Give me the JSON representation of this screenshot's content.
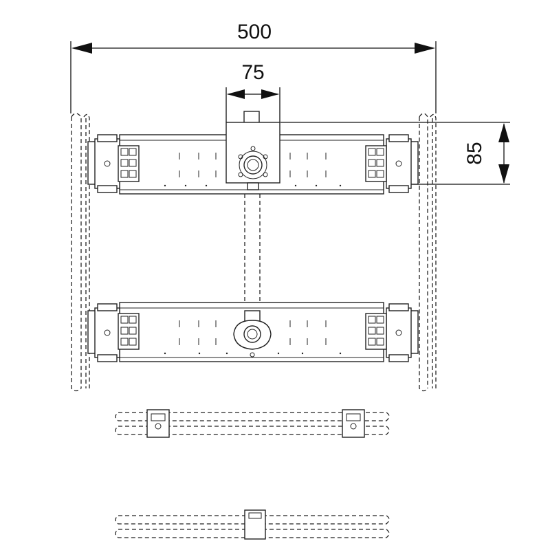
{
  "dimensions": {
    "overall_width": "500",
    "center_width": "75",
    "depth": "85"
  }
}
